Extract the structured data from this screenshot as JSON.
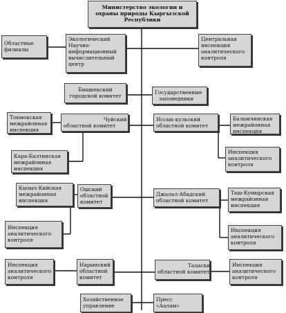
{
  "nodes": {
    "ministry": [
      "Министерство экологии и",
      "охраны природы Кыргызской",
      "Республики"
    ],
    "oblast_branches": [
      "Областные",
      "филиалы"
    ],
    "eco_center": [
      "Экологический",
      "Научно-",
      "информационный",
      "вычислительный",
      "центр"
    ],
    "central_inspection": [
      "Центральная",
      "инспекция",
      "аналитического",
      "контроля"
    ],
    "bishkek": [
      "Бишкекский",
      "городской комитет"
    ],
    "reserves": [
      "Государственные",
      "заповедники"
    ],
    "tokmok": [
      "Токмокская",
      "межрайонная",
      "инспекция"
    ],
    "chui": [
      "Чуйский",
      "областной комитет"
    ],
    "issyk_kul": [
      "Иссык-кульский",
      "областной комитет"
    ],
    "balykchy": [
      "Балыкчинская",
      "межрайонная",
      "инспекция"
    ],
    "kara_balta": [
      "Кара-Балтинская",
      "межрайонная",
      "инспекция"
    ],
    "inspection_ik": [
      "Инспекция",
      "аналитического",
      "контроля"
    ],
    "kyzyl_kiya": [
      "Кызыл-Кийская",
      "межрайонная",
      "инспекция"
    ],
    "osh": [
      "Ошский",
      "областной",
      "комитет"
    ],
    "jalal_abad": [
      "Джалал-Абадский",
      "областной комитет"
    ],
    "tash_kumyr": [
      "Таш-Кумырская",
      "межрайонная",
      "инспекция"
    ],
    "inspection_osh": [
      "Инспекция",
      "аналитического",
      "контроля"
    ],
    "inspection_ja": [
      "Инспекция",
      "аналитического",
      "контроля"
    ],
    "inspection_naryn": [
      "Инспекция",
      "аналитического",
      "контроля"
    ],
    "naryn": [
      "Нарынский",
      "областной",
      "комитет"
    ],
    "talas": [
      "Талаский",
      "областной комитет"
    ],
    "inspection_talas": [
      "Инспекция",
      "аналитического",
      "контроля"
    ],
    "economic": [
      "Хозяйственное",
      "управление"
    ],
    "press": [
      "Пресс",
      "«Аалам»"
    ]
  }
}
